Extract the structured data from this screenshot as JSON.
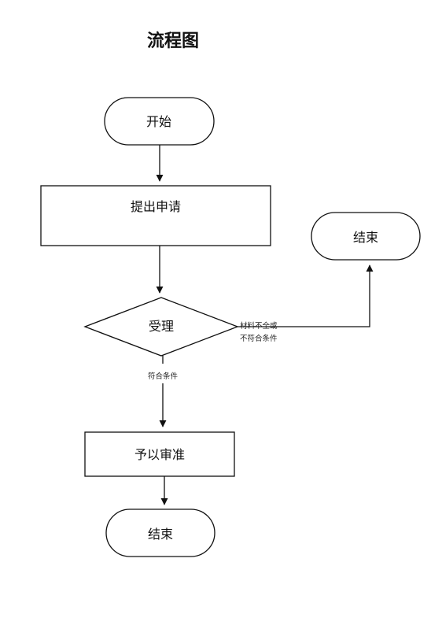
{
  "title": "流程图",
  "nodes": {
    "start": "开始",
    "apply": "提出申请",
    "accept": "受理",
    "approve": "予以审准",
    "end_main": "结束",
    "end_side": "结束"
  },
  "edges": {
    "reject_line1": "材料不全或",
    "reject_line2": "不符合条件",
    "pass": "符合条件"
  }
}
